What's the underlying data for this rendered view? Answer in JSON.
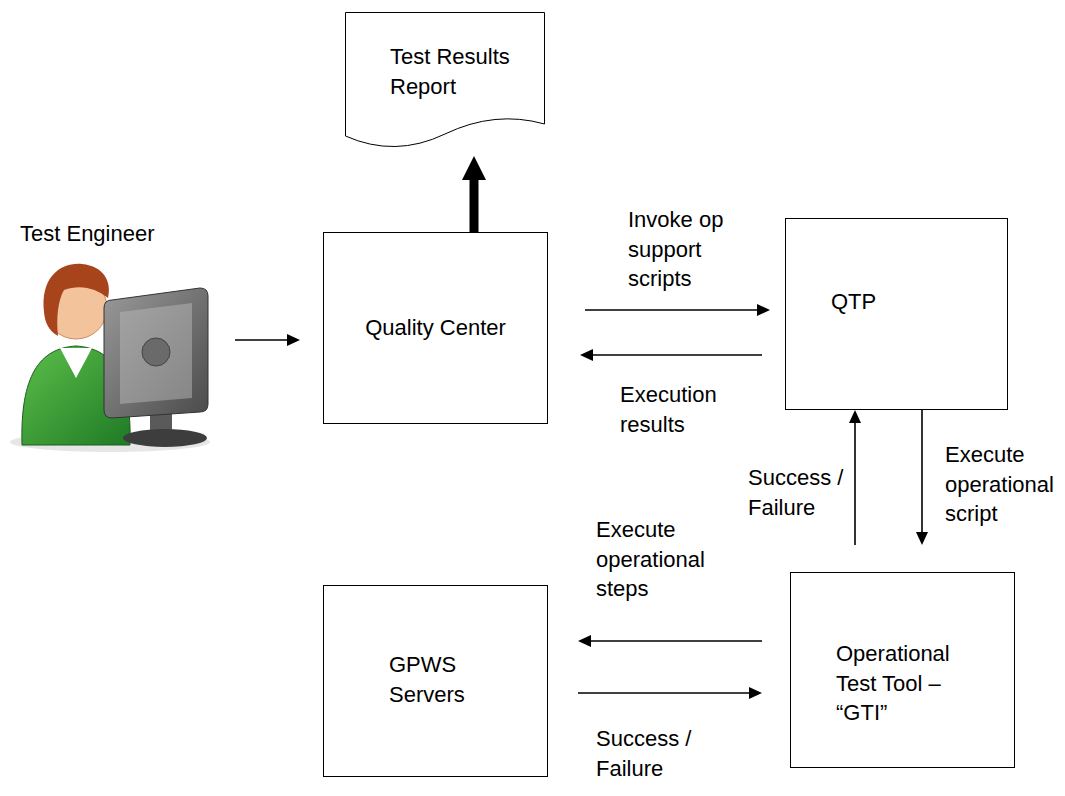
{
  "diagram": {
    "nodes": [
      {
        "text": [
          "Test Results Report"
        ]
      },
      {
        "text": [
          "Test Engineer"
        ]
      },
      {
        "text": [
          "Quality Center"
        ]
      },
      {
        "text": [
          "QTP"
        ]
      },
      {
        "text": [
          "GPWS Servers"
        ]
      },
      {
        "text": [
          "Operational Test Tool – “GTI”"
        ]
      }
    ],
    "edges": [
      {
        "from": 1,
        "to": 2,
        "arrow": "to"
      },
      {
        "from": 2,
        "to": 0,
        "arrow": "to"
      },
      {
        "from": 2,
        "to": 3,
        "label": "Invoke op support scripts",
        "arrow": "to"
      },
      {
        "from": 3,
        "to": 2,
        "label": "Execution results",
        "arrow": "to"
      },
      {
        "from": 3,
        "to": 5,
        "label": "Execute operational script",
        "arrow": "to"
      },
      {
        "from": 5,
        "to": 3,
        "label": "Success / Failure",
        "arrow": "to"
      },
      {
        "from": 5,
        "to": 4,
        "label": "Execute operational steps",
        "arrow": "to"
      },
      {
        "from": 4,
        "to": 5,
        "label": "Success / Failure",
        "arrow": "to"
      }
    ]
  }
}
